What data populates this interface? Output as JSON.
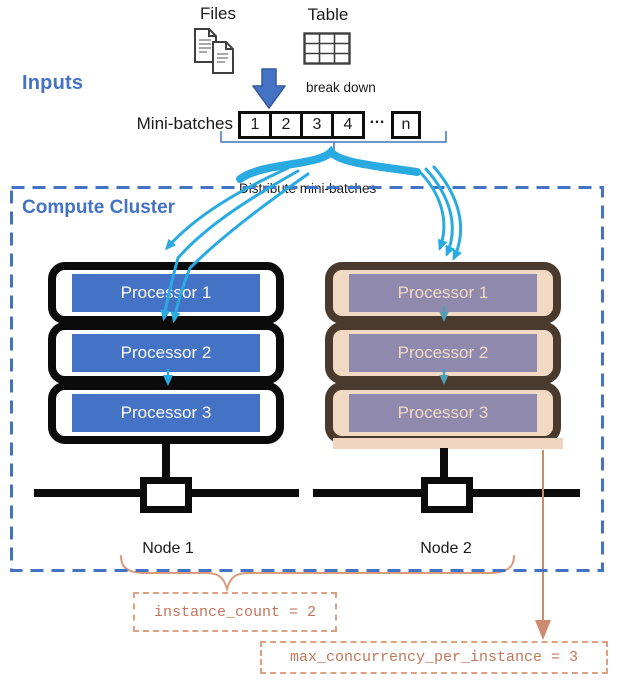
{
  "inputs": {
    "section_label": "Inputs",
    "files_label": "Files",
    "table_label": "Table",
    "break_down_label": "break down",
    "mini_batches_label": "Mini-batches",
    "mini_batch_cells": [
      "1",
      "2",
      "3",
      "4"
    ],
    "mini_batch_ellipsis": "…",
    "mini_batch_last": "n"
  },
  "distribute_label": "Distribute mini-batches",
  "cluster": {
    "title": "Compute Cluster",
    "nodes": [
      {
        "label": "Node 1",
        "processors": [
          "Processor 1",
          "Processor 2",
          "Processor 3"
        ]
      },
      {
        "label": "Node 2",
        "processors": [
          "Processor 1",
          "Processor 2",
          "Processor 3"
        ]
      }
    ]
  },
  "annotations": {
    "instance_count": "instance_count = 2",
    "max_concurrency": "max_concurrency_per_instance = 3"
  },
  "colors": {
    "accent_blue": "#4472C4",
    "cyan_arrow": "#29ABE2",
    "node2_border": "#4A392D",
    "node2_fill": "#F2D9C4",
    "node2_bar": "#8E89AD",
    "teal_arrow": "#4E9FB3",
    "annotation_salmon": "#C1765B",
    "line_black": "#0B0B0B"
  }
}
